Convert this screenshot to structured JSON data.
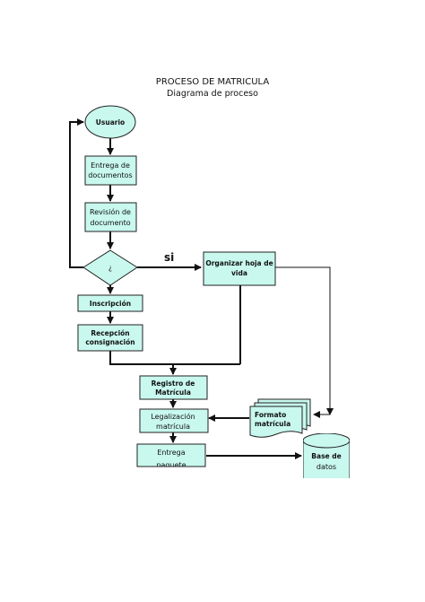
{
  "title": "PROCESO DE MATRICULA",
  "subtitle": "Diagrama de proceso",
  "colors": {
    "node_fill": "#c8f8ee",
    "node_stroke": "#222222",
    "line": "#111111",
    "background": "#ffffff"
  },
  "nodes": {
    "usuario": "Usuario",
    "entrega_docs_1": "Entrega de",
    "entrega_docs_2": "documentos",
    "revision_1": "Revisión de",
    "revision_2": "documento",
    "decision": "¿",
    "organizar_1": "Organizar hoja de",
    "organizar_2": "vida",
    "inscripcion": "Inscripción",
    "recepcion_1": "Recepción",
    "recepcion_2": "consignación",
    "registro_1": "Registro de",
    "registro_2": "Matrícula",
    "legalizacion_1": "Legalización",
    "legalizacion_2": "matrícula",
    "entrega_paquete_1": "Entrega",
    "entrega_paquete_2": "paquete",
    "formato_1": "Formato",
    "formato_2": "matrícula",
    "base_1": "Base de",
    "base_2": "datos"
  },
  "edge_labels": {
    "si": "si"
  }
}
